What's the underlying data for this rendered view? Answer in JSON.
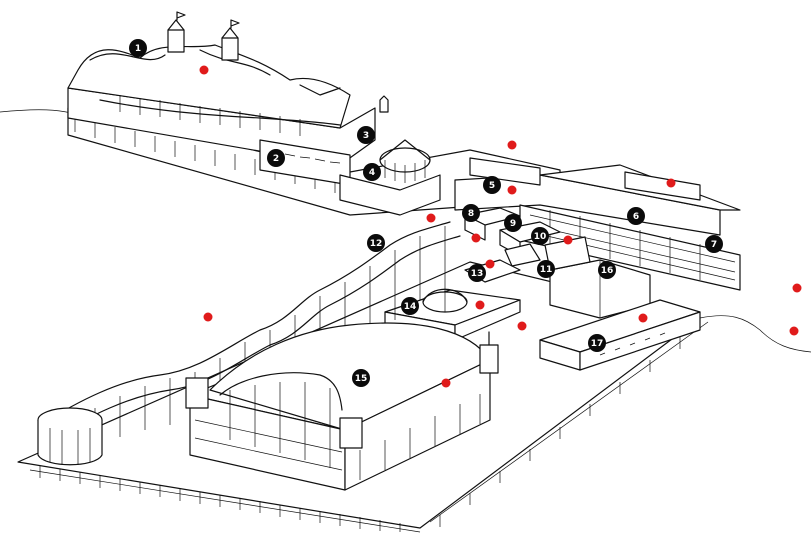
{
  "diagram": {
    "badges": [
      "1",
      "2",
      "3",
      "4",
      "5",
      "6",
      "7",
      "8",
      "9",
      "10",
      "11",
      "12",
      "13",
      "14",
      "15",
      "16",
      "17"
    ],
    "marker_color": "#e01b1b",
    "badge_color": "#0b0b0b",
    "line_color": "#111111"
  }
}
